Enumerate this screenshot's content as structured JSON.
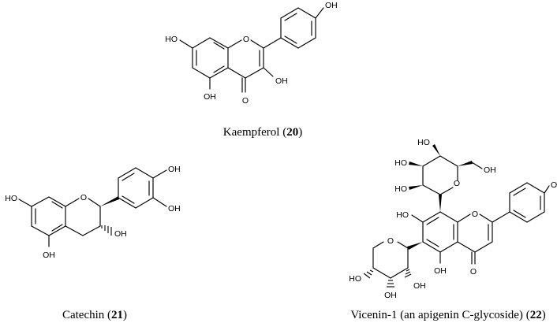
{
  "compounds": [
    {
      "name": "Kaempferol",
      "number": "20"
    },
    {
      "name": "Catechin",
      "number": "21"
    },
    {
      "name": "Vicenin-1 (an apigenin C-glycoside)",
      "number": "22"
    }
  ],
  "atoms": {
    "hydroxyl": "OH",
    "hydroxyl_left": "HO",
    "oxygen": "O"
  }
}
